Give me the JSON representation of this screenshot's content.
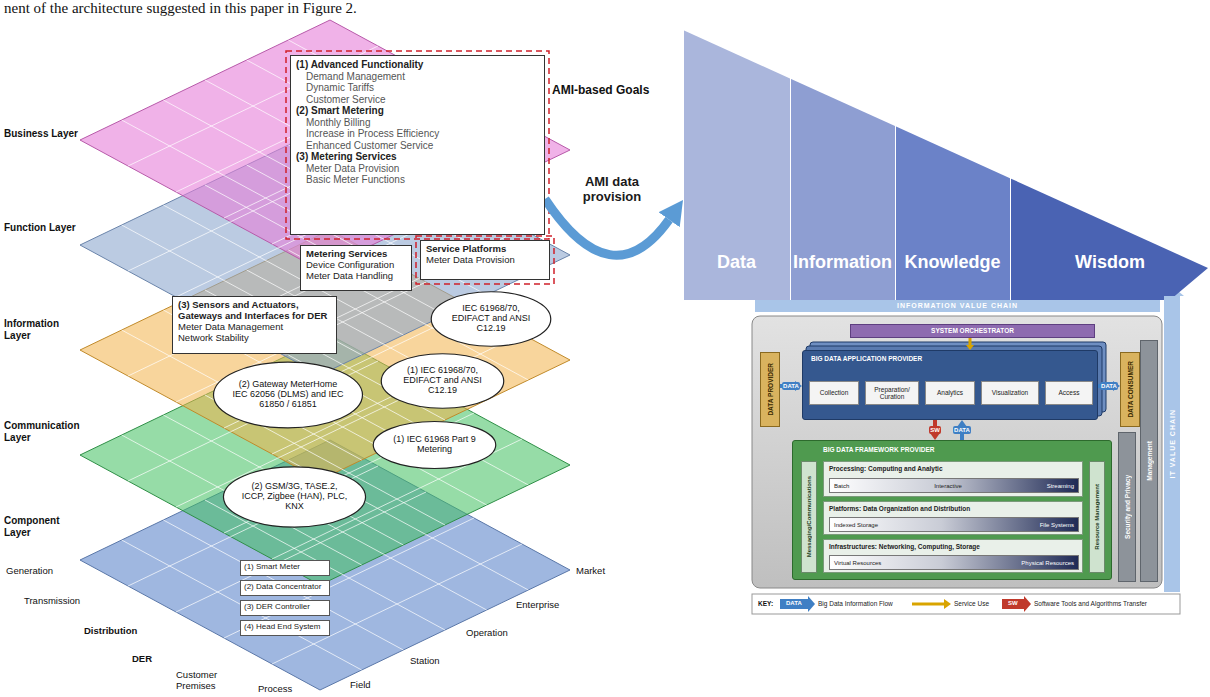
{
  "diagram": {
    "nodes": [
      {
        "text": [
          "(1) Advanced Functionality",
          "Demand Management",
          "Dynamic Tariffs",
          "Customer Service",
          "(2) Smart Metering",
          "Monthly Billing",
          "Increase in Process Efficiency",
          "Enhanced Customer Service",
          "(3) Metering Services",
          "Meter Data Provision",
          "Basic Meter Functions"
        ]
      },
      {
        "text": [
          "Service Platforms",
          "Meter Data Provision"
        ]
      },
      {
        "text": [
          "Metering Services",
          "Device Configuration",
          "Meter Data Handling"
        ]
      },
      {
        "text": [
          "(3) Sensors and Actuators, Gateways and Interfaces for DER",
          "Meter Data Management",
          "Network Stability"
        ]
      },
      {
        "text": [
          "IEC 61968/70, EDIFACT and ANSI C12.19"
        ]
      },
      {
        "text": [
          "(1) IEC 61968/70, EDIFACT and ANSI C12.19"
        ]
      },
      {
        "text": [
          "(2) Gateway MeterHome IEC 62056 (DLMS) and IEC 61850 / 61851"
        ]
      },
      {
        "text": [
          "(1) IEC 61968 Part 9 Metering"
        ]
      },
      {
        "text": [
          "(2) GSM/3G, TASE.2, ICCP, Zigbee (HAN), PLC, KNX"
        ]
      },
      {
        "text": [
          "(1) Smart Meter"
        ]
      },
      {
        "text": [
          "(2) Data Concentrator"
        ]
      },
      {
        "text": [
          "(3) DER Controller"
        ]
      },
      {
        "text": [
          "(4) Head End System"
        ]
      },
      {
        "text": [
          "Data"
        ]
      },
      {
        "text": [
          "Information"
        ]
      },
      {
        "text": [
          "Knowledge"
        ]
      },
      {
        "text": [
          "Wisdom"
        ]
      },
      {
        "text": [
          "INFORMATION VALUE CHAIN"
        ]
      },
      {
        "text": [
          "SYSTEM ORCHESTRATOR"
        ]
      },
      {
        "text": [
          "DATA PROVIDER"
        ]
      },
      {
        "text": [
          "BIG DATA APPLICATION PROVIDER"
        ]
      },
      {
        "text": [
          "Collection"
        ],
        "in": 20
      },
      {
        "text": [
          "Preparation/ Curation"
        ],
        "in": 20
      },
      {
        "text": [
          "Analytics"
        ],
        "in": 20
      },
      {
        "text": [
          "Visualization"
        ],
        "in": 20
      },
      {
        "text": [
          "Access"
        ],
        "in": 20
      },
      {
        "text": [
          "DATA CONSUMER"
        ]
      },
      {
        "text": [
          "BIG DATA FRAMEWORK PROVIDER"
        ]
      },
      {
        "text": [
          "Messaging/Communications"
        ],
        "in": 27
      },
      {
        "text": [
          "Processing: Computing and Analytic"
        ],
        "in": 27
      },
      {
        "text": [
          "Batch",
          "Interactive",
          "Streaming"
        ],
        "in": 29
      },
      {
        "text": [
          "Platforms: Data Organization and Distribution"
        ],
        "in": 27
      },
      {
        "text": [
          "Indexed Storage",
          "File Systems"
        ],
        "in": 31
      },
      {
        "text": [
          "Infrastructures: Networking, Computing, Storage"
        ],
        "in": 27
      },
      {
        "text": [
          "Virtual Resources",
          "Physical Resources"
        ],
        "in": 33
      },
      {
        "text": [
          "Resource Management"
        ],
        "in": 27
      },
      {
        "text": [
          "Security and Privacy"
        ]
      },
      {
        "text": [
          "Management"
        ]
      },
      {
        "text": [
          "IT VALUE CHAIN"
        ]
      }
    ],
    "edges": [
      {
        "from": 0,
        "to": 13,
        "arrow": "to",
        "label": "AMI data provision"
      },
      {
        "from": 18,
        "to": 20,
        "arrow": "to"
      },
      {
        "from": 19,
        "to": 20,
        "arrow": "to",
        "label": "DATA"
      },
      {
        "from": 20,
        "to": 26,
        "arrow": "to",
        "label": "DATA"
      },
      {
        "from": 20,
        "to": 27,
        "arrow": "to",
        "label": "SW"
      },
      {
        "from": 27,
        "to": 20,
        "arrow": "to",
        "label": "DATA"
      }
    ],
    "labels": [
      "nent of the architecture suggested in this paper in Figure 2.",
      "Business Layer",
      "Function Layer",
      "Information Layer",
      "Communication Layer",
      "Component Layer",
      "AMI-based Goals",
      "Generation",
      "Transmission",
      "Distribution",
      "DER",
      "Customer Premises",
      "Process",
      "Field",
      "Station",
      "Operation",
      "Enterprise",
      "Market",
      "KEY:",
      "DATA",
      "SW"
    ],
    "legend": [
      {
        "text": "Big Data Information Flow"
      },
      {
        "text": "Service Use"
      },
      {
        "text": "Software Tools and Algorithms Transfer"
      }
    ]
  }
}
